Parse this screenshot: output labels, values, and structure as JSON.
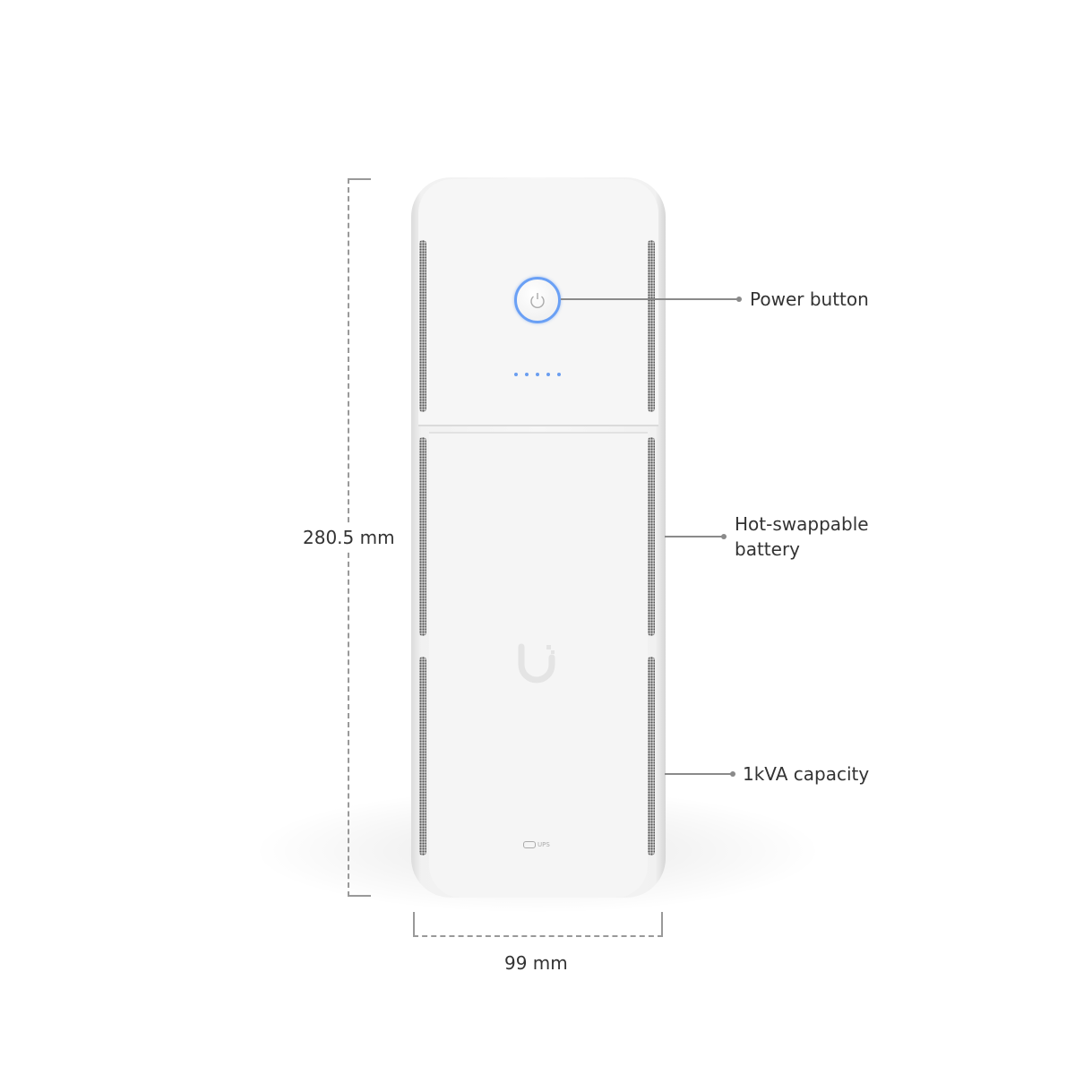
{
  "dimensions": {
    "height": "280.5 mm",
    "width": "99 mm"
  },
  "callouts": {
    "power_button": "Power button",
    "battery_line1": "Hot-swappable",
    "battery_line2": "battery",
    "capacity": "1kVA capacity"
  },
  "device": {
    "badge_text": "UPS",
    "led_count": 5
  },
  "colors": {
    "accent": "#6aa0f5",
    "leader": "#8a8a8a",
    "text": "#333333"
  }
}
